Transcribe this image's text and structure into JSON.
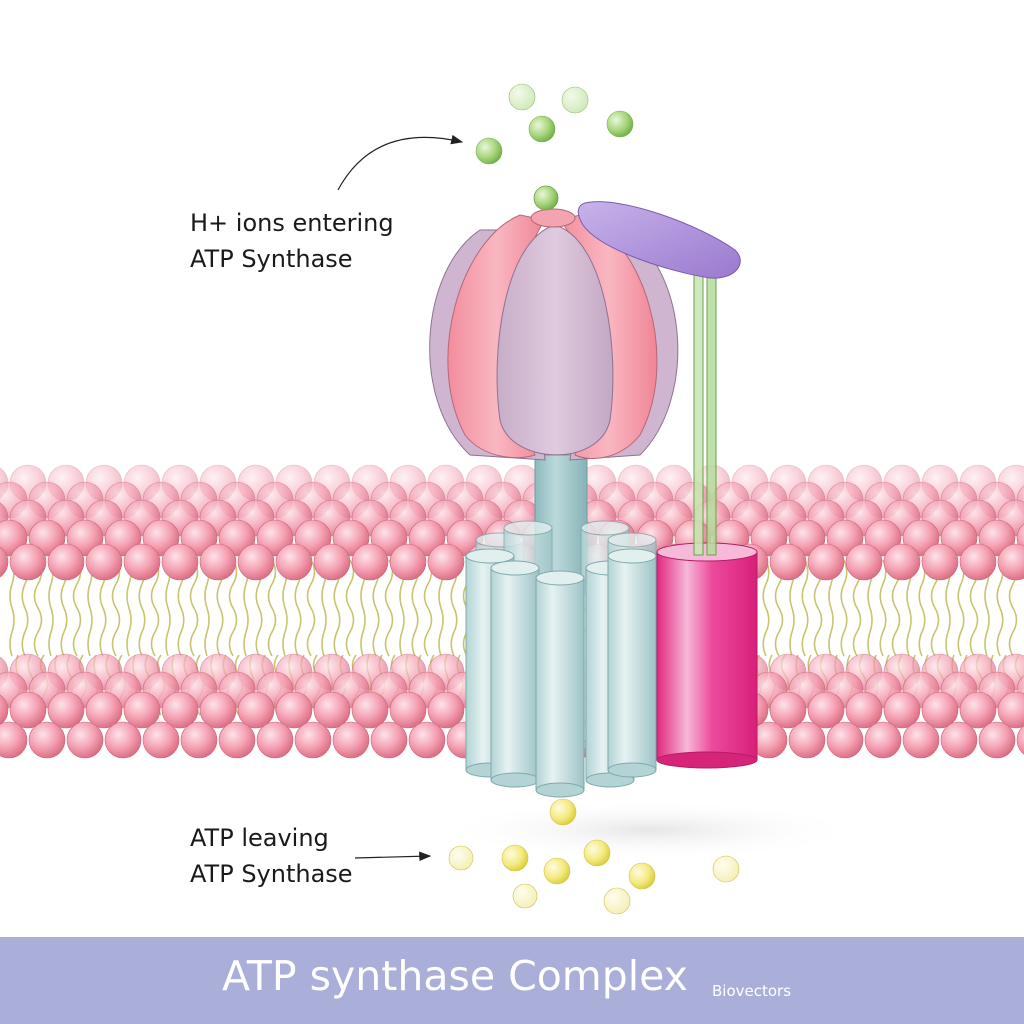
{
  "labels": {
    "h_ions": [
      "H+ ions entering",
      "ATP Synthase"
    ],
    "atp": [
      "ATP leaving",
      "ATP Synthase"
    ]
  },
  "footer": {
    "title": "ATP synthase Complex",
    "credit": "Biovectors"
  },
  "colors": {
    "footer_band": "#a9afd8",
    "lipid_head": "#f08aa0",
    "lipid_tail": "#c9c46e",
    "f1_subunit_pink": "#f7a1ad",
    "f1_subunit_mauve": "#d4bcd3",
    "stalk": "#9fc6c8",
    "c_ring": "#cfe3e4",
    "a_subunit": "#e8358f",
    "peripheral_cap": "#a98ad4",
    "stator_stalk": "#b8e0a2",
    "proton": "#9ccf6c",
    "atp_molecule": "#f4ea80"
  }
}
